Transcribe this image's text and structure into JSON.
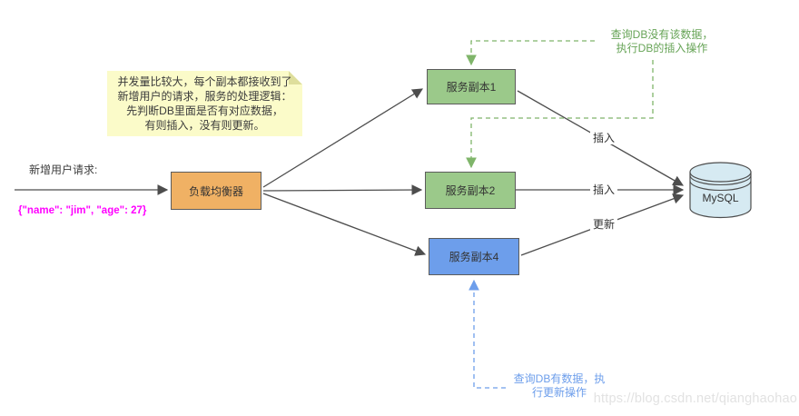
{
  "input": {
    "label": "新增用户请求:",
    "payload": "{\"name\": \"jim\", \"age\": 27}"
  },
  "note": {
    "text": "并发量比较大，每个副本都接收到了\n新增用户的请求，服务的处理逻辑：\n先判断DB里面是否有对应数据，\n有则插入，没有则更新。"
  },
  "nodes": {
    "load_balancer": "负载均衡器",
    "replica1": "服务副本1",
    "replica2": "服务副本2",
    "replica4": "服务副本4",
    "database": "MySQL"
  },
  "edge_labels": {
    "insert1": "插入",
    "insert2": "插入",
    "update": "更新"
  },
  "annotations": {
    "green": "查询DB没有该数据，\n执行DB的插入操作",
    "blue": "查询DB有数据，执\n行更新操作"
  },
  "watermark": "https://blog.csdn.net/qianghaohao",
  "colors": {
    "orange_fill": "#F0B164",
    "green_fill": "#9BC98A",
    "blue_fill": "#6D9EEB",
    "note_fill": "#FBFBC9",
    "note_fold": "#DEDE9C",
    "db_fill": "#D6EAF2",
    "green_accent": "#67A457",
    "blue_accent": "#6D9EEB",
    "payload_magenta": "#FF00FF",
    "line_color": "#4D4D4D"
  }
}
